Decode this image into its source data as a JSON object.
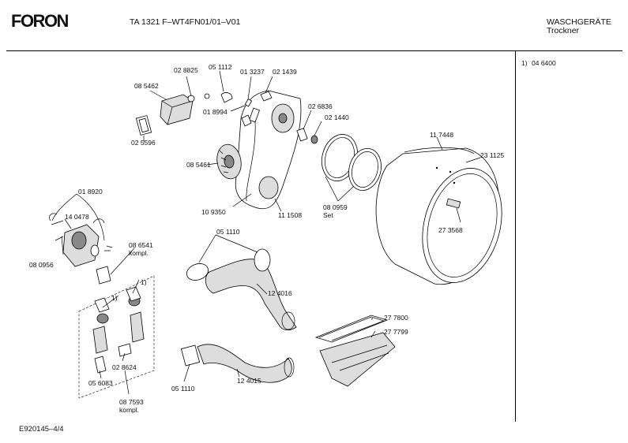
{
  "header": {
    "brand": "FORON",
    "model": "TA 1321 F–WT4FN01/01–V01",
    "category": "WASCHGERÄTE",
    "subcategory": "Trockner"
  },
  "footnotes": [
    {
      "marker": "1)",
      "part": "04 6400"
    }
  ],
  "footer": {
    "doc_id": "E920145–4/4"
  },
  "labels": {
    "p028825": "02 8825",
    "p051112": "05 1112",
    "p013237": "01 3237",
    "p021439": "02 1439",
    "p085462": "08 5462",
    "p018994": "01 8994",
    "p026836": "02 6836",
    "p021440": "02 1440",
    "p025596": "02 5596",
    "p117448": "11 7448",
    "p231125": "23 1125",
    "p085461": "08 5461",
    "p018920": "01 8920",
    "p140478": "14  0478",
    "p109350": "10 9350",
    "p111508": "11 1508",
    "p080959": "08 0959",
    "p080959set": "Set",
    "p273568": "27 3568",
    "p051110a": "05 1110",
    "p086541": "08 6541",
    "p086541k": "kompl.",
    "p080956": "08 0956",
    "fn1a": "1)",
    "fn1b": "1)",
    "p124016": "12 4016",
    "p277800": "27 7800",
    "p277799": "27 7799",
    "p028624": "02 8624",
    "p056083": "05 6083",
    "p124015": "12 4015",
    "p051110b": "05 1110",
    "p087593": "08 7593",
    "p087593k": "kompl."
  }
}
